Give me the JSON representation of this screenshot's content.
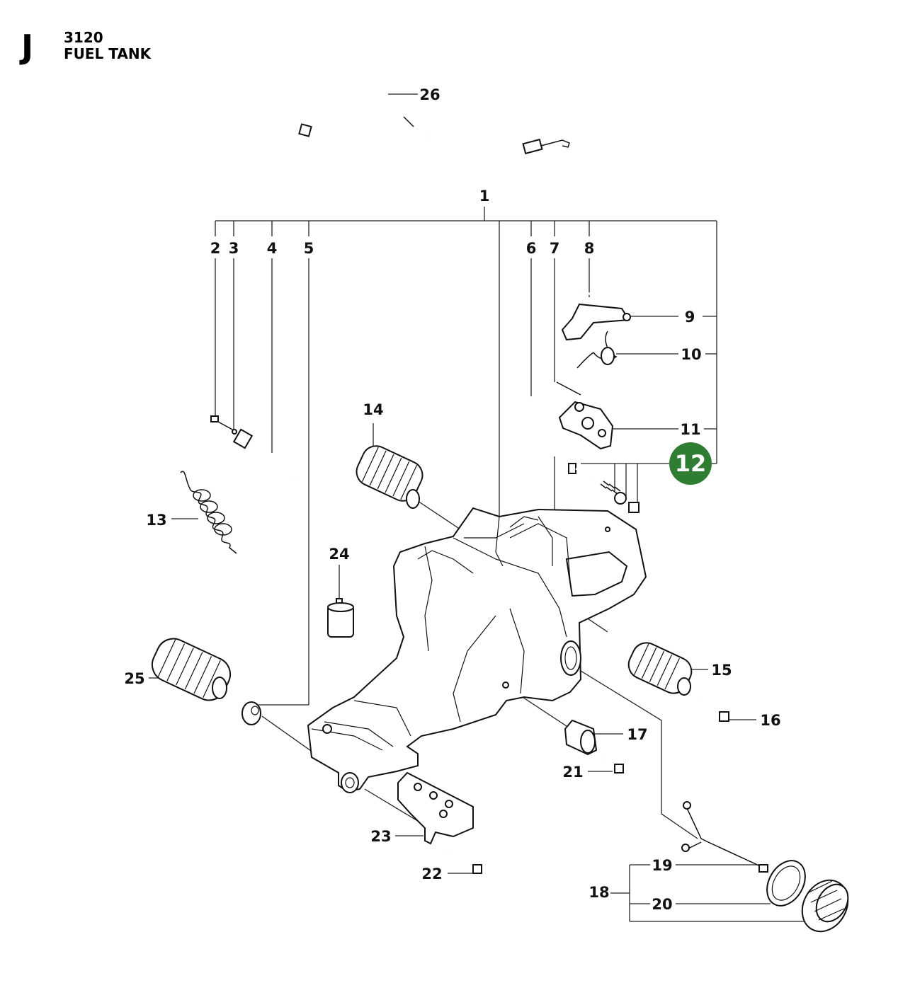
{
  "header": {
    "section_letter": "J",
    "model": "3120",
    "title": "FUEL TANK"
  },
  "callouts": {
    "c1": "1",
    "c2": "2",
    "c3": "3",
    "c4": "4",
    "c5": "5",
    "c6": "6",
    "c7": "7",
    "c8": "8",
    "c9": "9",
    "c10": "10",
    "c11": "11",
    "c12": "12",
    "c13": "13",
    "c14": "14",
    "c15": "15",
    "c16": "16",
    "c17": "17",
    "c18": "18",
    "c19": "19",
    "c20": "20",
    "c21": "21",
    "c22": "22",
    "c23": "23",
    "c24": "24",
    "c25": "25",
    "c26": "26"
  },
  "highlight": {
    "number": "12",
    "color": "#2e7d32"
  }
}
